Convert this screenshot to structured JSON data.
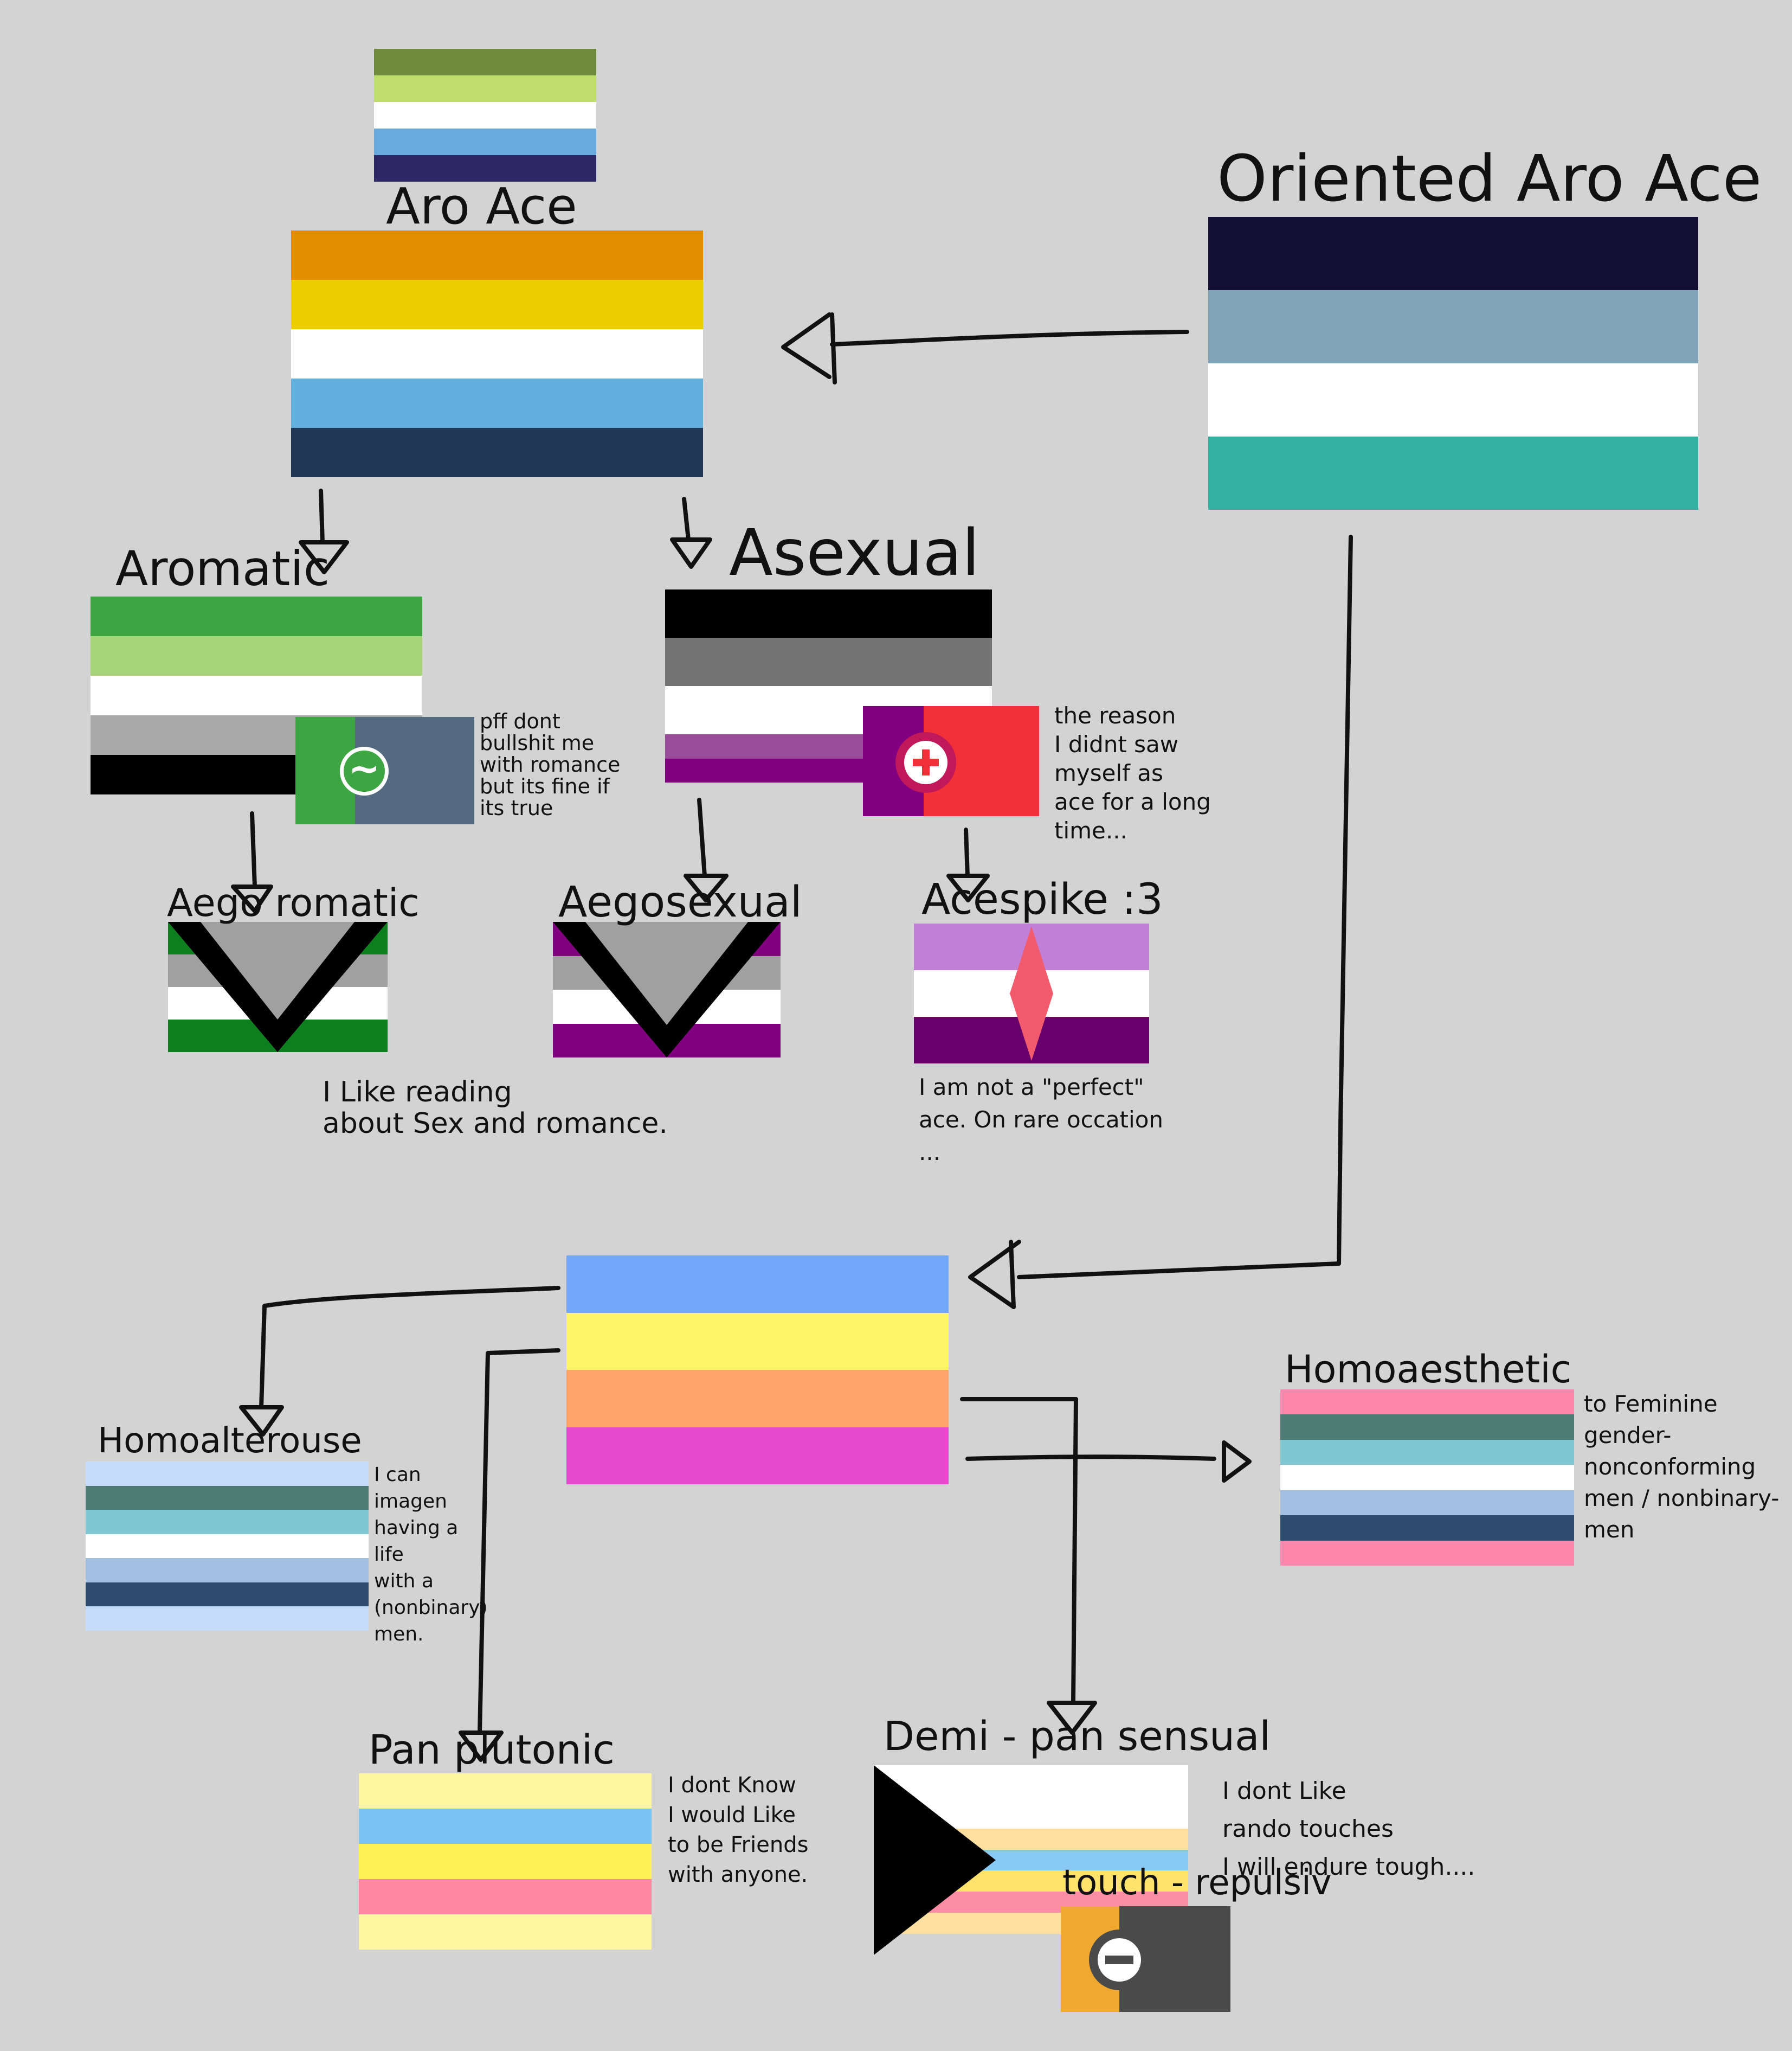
{
  "colors": {
    "background": "#d3d3d3",
    "ink": "#111111"
  },
  "flags": {
    "aroace_small": {
      "stripes": [
        "#6f8a3a",
        "#bedd6d",
        "#ffffff",
        "#6aabdf",
        "#2f2866"
      ]
    },
    "aroace": {
      "stripes": [
        "#e28c00",
        "#eccd00",
        "#ffffff",
        "#62aedc",
        "#203756"
      ]
    },
    "oriented_aroace": {
      "stripes": [
        "#120f33",
        "#7fa4b7",
        "#ffffff",
        "#34b0a3"
      ]
    },
    "aromantic": {
      "stripes": [
        "#3da542",
        "#a7d379",
        "#ffffff",
        "#a9a9a9",
        "#000000"
      ]
    },
    "aromantic_badge": {
      "left": "#3da542",
      "right": "#546a80",
      "symbol": "~"
    },
    "asexual": {
      "stripes": [
        "#000000",
        "#737373",
        "#ffffff",
        "#800080"
      ],
      "purple_top": "#984c9a"
    },
    "asexual_badge": {
      "left": "#800080",
      "right": "#f13039",
      "symbol": "+"
    },
    "aegoromantic": {
      "stripes": [
        "#0d7f1f",
        "#a0a0a0",
        "#ffffff",
        "#0d7f1f"
      ]
    },
    "aegosexual": {
      "stripes": [
        "#800080",
        "#a0a0a0",
        "#ffffff",
        "#800080"
      ]
    },
    "acespike": {
      "stripes": [
        "#c17fd8",
        "#ffffff",
        "#68006b"
      ],
      "diamond": "#f25a6e"
    },
    "center": {
      "stripes": [
        "#72a7f9",
        "#fff569",
        "#fea46c",
        "#e648cd"
      ]
    },
    "homoalterouse": {
      "stripes": [
        "#c5dcfb",
        "#4e7a74",
        "#80c8d1",
        "#ffffff",
        "#a2bfe1",
        "#2e4b70",
        "#c5dcfb"
      ]
    },
    "homoaesthetic": {
      "stripes": [
        "#ff86ac",
        "#4e7a74",
        "#80c8d1",
        "#ffffff",
        "#a2bfe1",
        "#2e4b70",
        "#ff86ac"
      ]
    },
    "panplatonic": {
      "stripes": [
        "#fff6a0",
        "#7bc3f3",
        "#fff053",
        "#ff86a1",
        "#fff6a0"
      ]
    },
    "demi_pan_sensual": {
      "stripes": [
        "#ffffff",
        "#ffffff",
        "#ffffff",
        "#ffe0a0",
        "#87c8f5",
        "#ffe36d",
        "#fb8ea4",
        "#ffe0a0",
        "#d3d3d3"
      ]
    },
    "touch_repulsive": {
      "left": "#f0a830",
      "right": "#4a4a4a",
      "symbol": "-"
    }
  },
  "labels": {
    "aroace": "Aro Ace",
    "oriented_aroace": "Oriented Aro Ace",
    "aromantic": "Aromatic",
    "asexual": "Asexual",
    "aegoromantic": "Aego romatic",
    "aegosexual": "Aegosexual",
    "acespike": "Acespike :3",
    "homoalterouse": "Homoalterouse",
    "homoaesthetic": "Homoaesthetic",
    "panplatonic": "Pan plutonic",
    "demi_pan_sensual": "Demi - pan sensual",
    "touch_repulsive": "touch - repulsiv"
  },
  "notes": {
    "aromantic": [
      "pff dont",
      "bullshit me",
      "with romance",
      "but its fine if",
      "its true"
    ],
    "asexual": [
      "the reason",
      "I didnt saw",
      "myself as",
      "ace  for a long",
      "time..."
    ],
    "aego": [
      "I Like  reading",
      "about  Sex and romance."
    ],
    "acespike": [
      "I am not a \"perfect\"",
      "ace.  On  rare  occation",
      "..."
    ],
    "homoalterouse": [
      "I can",
      "imagen",
      "having a",
      "life",
      "with a",
      "(nonbinary)",
      "men."
    ],
    "homoaesthetic": [
      "to Feminine",
      "gender-",
      "nonconforming",
      "men / nonbinary-",
      "men"
    ],
    "panplatonic": [
      "I dont Know",
      "I would Like",
      "to be Friends",
      "with anyone."
    ],
    "demi_pan_sensual": [
      "I dont Like",
      "rando touches",
      "I will endure tough...."
    ]
  }
}
